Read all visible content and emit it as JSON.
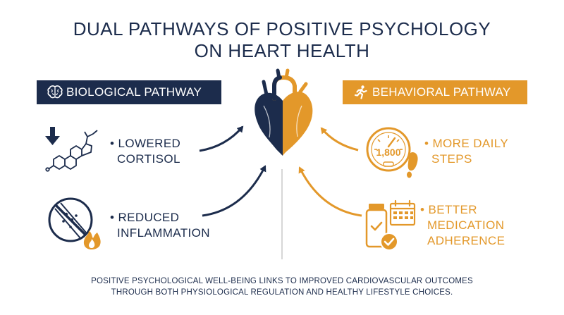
{
  "title": {
    "line1": "DUAL PATHWAYS OF POSITIVE PSYCHOLOGY",
    "line2": "ON HEART HEALTH"
  },
  "biological": {
    "banner": "BIOLOGICAL PATHWAY",
    "banner_icon": "brain-icon",
    "items": [
      {
        "bullet": "•",
        "line1": "LOWERED",
        "line2": "CORTISOL",
        "icon": "steroid-molecule-down-arrow-icon"
      },
      {
        "bullet": "•",
        "line1": "REDUCED",
        "line2": "INFLAMMATION",
        "icon": "blocked-vessel-flame-icon"
      }
    ]
  },
  "behavioral": {
    "banner": "BEHAVIORAL PATHWAY",
    "banner_icon": "running-person-icon",
    "items": [
      {
        "bullet": "•",
        "line1": "MORE DAILY",
        "line2": "STEPS",
        "icon": "step-counter-gauge-icon",
        "gauge_value": "1,800"
      },
      {
        "bullet": "•",
        "line1": "BETTER",
        "line2": "MEDICATION",
        "line3": "ADHERENCE",
        "icon": "pill-bottle-calendar-icon"
      }
    ]
  },
  "footer": {
    "line1": "POSITIVE PSYCHOLOGICAL WELL-BEING LINKS TO IMPROVED CARDIOVASCULAR OUTCOMES",
    "line2": "THROUGH BOTH PHYSIOLOGICAL REGULATION AND HEALTHY LIFESTYLE CHOICES."
  },
  "colors": {
    "navy": "#1c2c4c",
    "orange": "#e3982a",
    "divider": "#c8c8c8"
  }
}
